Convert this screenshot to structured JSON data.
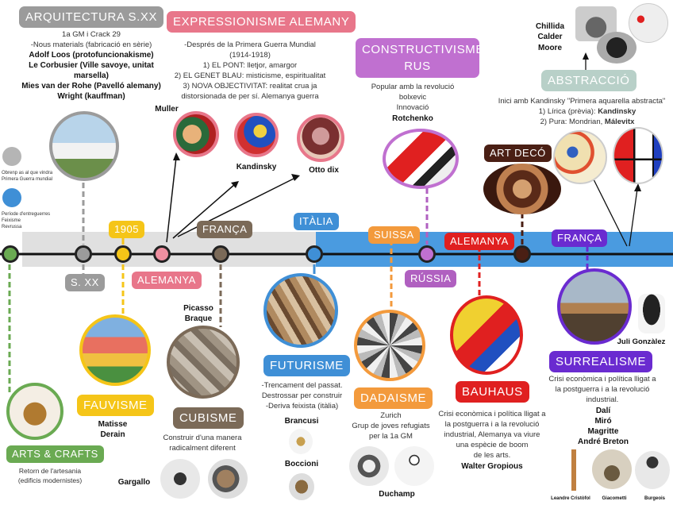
{
  "arquitectura": {
    "title": "ARQUITECTURA S.XX",
    "line1": "1a GM i Crack 29",
    "line2": "-Nous materials (fabricació en sèrie)",
    "b1": "Adolf Loos (protofuncionakisme)",
    "b2": "Le Corbusier (Ville savoye, unitat marsella)",
    "b3": "Mies van der Rohe (Pavelló alemany)",
    "b4": "Wright (kauffman)"
  },
  "legend": {
    "gray_text1": "Obrenp as al que vindra",
    "gray_text2": "Primera Guerra mundial",
    "blue_text1": "Període d'entreguerres",
    "blue_text2": "Feixisme",
    "blue_text3": "Revrussa"
  },
  "expressionisme": {
    "title": "EXPRESSIONISME ALEMANY",
    "l1": "-Després de la Primera Guerra Mundial",
    "l2": "(1914-1918)",
    "l3": "1) EL PONT: lletjor, amargor",
    "l4": "2) EL GENET BLAU: misticisme, espiritualitat",
    "l5": "3) NOVA OBJECTIVITAT: realitat crua ja",
    "l6": "distorsionada de per sí. Alemanya guerra",
    "a1": "Muller",
    "a2": "Kandinsky",
    "a3": "Otto dix"
  },
  "constructivisme": {
    "title1": "CONSTRUCTIVISME",
    "title2": "RUS",
    "l1": "Popular amb la revolució",
    "l2": "bolxevic",
    "l3": "Innovació",
    "b1": "Rotchenko"
  },
  "abstraccio": {
    "title": "ABSTRACCIÓ",
    "artists": [
      "Chillida",
      "Calder",
      "Moore"
    ],
    "l1": "Inici amb Kandinsky \"Primera aquarella abstracta\"",
    "l2a": "1) Lírica (prèvia): ",
    "l2b": "Kandinsky",
    "l3a": "2) Pura: Mondrian, ",
    "l3b": "Málevitx"
  },
  "artdeco": {
    "title": "ART DECÓ"
  },
  "timeline": {
    "sxx": "S. XX",
    "y1905": "1905",
    "alemanya1": "ALEMANYA",
    "franca1": "FRANÇA",
    "italia": "ITÀLIA",
    "suissa": "SUISSA",
    "russia": "RÚSSIA",
    "alemanya2": "ALEMANYA",
    "franca2": "FRANÇA"
  },
  "artscrafts": {
    "title": "ARTS & CRAFTS",
    "l1": "Retorn de l'artesania",
    "l2": "(edificis modernistes)"
  },
  "fauvisme": {
    "title": "FAUVISME",
    "a1": "Matisse",
    "a2": "Derain"
  },
  "cubisme": {
    "title": "CUBISME",
    "a1": "Picasso",
    "a2": "Braque",
    "l1": "Construir d'una manera",
    "l2": "radicalment diferent",
    "gargallo": "Gargallo"
  },
  "futurisme": {
    "title": "FUTURISME",
    "l1": "-Trencament del passat.",
    "l2": "Destrossar per construir",
    "l3": "-Deriva feixista (itàlia)",
    "brancusi": "Brancusi",
    "boccioni": "Boccioni"
  },
  "dadaisme": {
    "title": "DADAISME",
    "l1": "Zurich",
    "l2": "Grup de joves refugiats",
    "l3": "per la 1a GM",
    "duchamp": "Duchamp"
  },
  "bauhaus": {
    "title": "BAUHAUS",
    "l1": "Crisi econòmica i política lligat a",
    "l2": "la postguerra i a la revolució",
    "l3": "industrial, Alemanya va viure",
    "l4": "una espècie de boom",
    "l5": "de les arts.",
    "b1": "Walter Gropious"
  },
  "surrealisme": {
    "title": "SURREALISME",
    "l1": "Crisi econòmica i política lligat a",
    "l2": "la postguerra i a la revolució",
    "l3": "industrial.",
    "artists": [
      "Dalí",
      "Miró",
      "Magritte",
      "André Breton"
    ],
    "juli": "Juli Gonzàlez",
    "leandre": "Leandre Cristòfol",
    "giacometti": "Giacometti",
    "burgeois": "Burgeois"
  },
  "colors": {
    "gray": "#9b9b9b",
    "blue": "#3f8fd6",
    "yellow": "#f5c518",
    "pink": "#e8768a",
    "brown": "#7b6a58",
    "green": "#6aaa52",
    "purple": "#b060c0",
    "violet": "#6a2bd0",
    "red": "#e02020",
    "orange": "#f39a3c",
    "dark": "#4a1f14"
  }
}
